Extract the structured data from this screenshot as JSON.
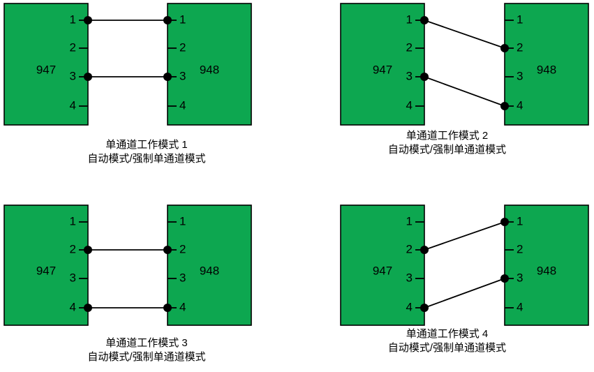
{
  "page": {
    "background_color": "#ffffff",
    "box_fill_color": "#0da750",
    "box_stroke_color": "#000000",
    "wire_color": "#000000",
    "dot_color": "#000000"
  },
  "panels": [
    {
      "id": "panel-1",
      "left_device": "947",
      "right_device": "948",
      "left_ports": [
        "1",
        "2",
        "3",
        "4"
      ],
      "right_ports": [
        "1",
        "2",
        "3",
        "4"
      ],
      "connections": [
        {
          "from": "1",
          "to": "1"
        },
        {
          "from": "3",
          "to": "3"
        }
      ],
      "caption_line1": "单通道工作模式 1",
      "caption_line2": "自动模式/强制单通道模式"
    },
    {
      "id": "panel-2",
      "left_device": "947",
      "right_device": "948",
      "left_ports": [
        "1",
        "2",
        "3",
        "4"
      ],
      "right_ports": [
        "1",
        "2",
        "3",
        "4"
      ],
      "connections": [
        {
          "from": "1",
          "to": "2"
        },
        {
          "from": "3",
          "to": "4"
        }
      ],
      "caption_line1": "单通道工作模式 2",
      "caption_line2": "自动模式/强制单通道模式"
    },
    {
      "id": "panel-3",
      "left_device": "947",
      "right_device": "948",
      "left_ports": [
        "1",
        "2",
        "3",
        "4"
      ],
      "right_ports": [
        "1",
        "2",
        "3",
        "4"
      ],
      "connections": [
        {
          "from": "2",
          "to": "2"
        },
        {
          "from": "4",
          "to": "4"
        }
      ],
      "caption_line1": "单通道工作模式 3",
      "caption_line2": "自动模式/强制单通道模式"
    },
    {
      "id": "panel-4",
      "left_device": "947",
      "right_device": "948",
      "left_ports": [
        "1",
        "2",
        "3",
        "4"
      ],
      "right_ports": [
        "1",
        "2",
        "3",
        "4"
      ],
      "connections": [
        {
          "from": "2",
          "to": "1"
        },
        {
          "from": "4",
          "to": "3"
        }
      ],
      "caption_line1": "单通道工作模式 4",
      "caption_line2": "自动模式/强制单通道模式"
    }
  ]
}
